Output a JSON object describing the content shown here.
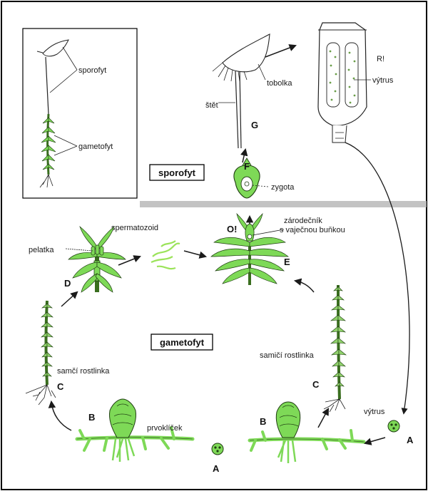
{
  "diagram": {
    "inset": {
      "sporofyt": "sporofyt",
      "gametofyt": "gametofyt"
    },
    "sections": {
      "sporofyt": "sporofyt",
      "gametofyt": "gametofyt"
    },
    "labels": {
      "tobolka": "tobolka",
      "stet": "štět",
      "vytrus_top": "výtrus",
      "r": "R!",
      "zygota": "zygota",
      "zarodecnik_1": "zárodečník",
      "zarodecnik_2": "s vaječnou buňkou",
      "o": "O!",
      "spermatozoid": "spermatozoid",
      "pelatka": "pelatka",
      "samci": "samčí rostlinka",
      "samici": "samičí rostlinka",
      "prvoklicek": "prvoklíček",
      "vytrus_bottom": "výtrus"
    },
    "letters": {
      "G": "G",
      "F": "F",
      "E": "E",
      "D": "D",
      "C_left": "C",
      "C_right": "C",
      "B_left": "B",
      "B_right": "B",
      "A_left": "A",
      "A_right": "A"
    },
    "colors": {
      "plant_green": "#7ed957",
      "plant_dark": "#1f3d12",
      "sperm_green": "#9be35a",
      "divider": "#b9b9b9",
      "ink": "#1a1a1a"
    }
  }
}
